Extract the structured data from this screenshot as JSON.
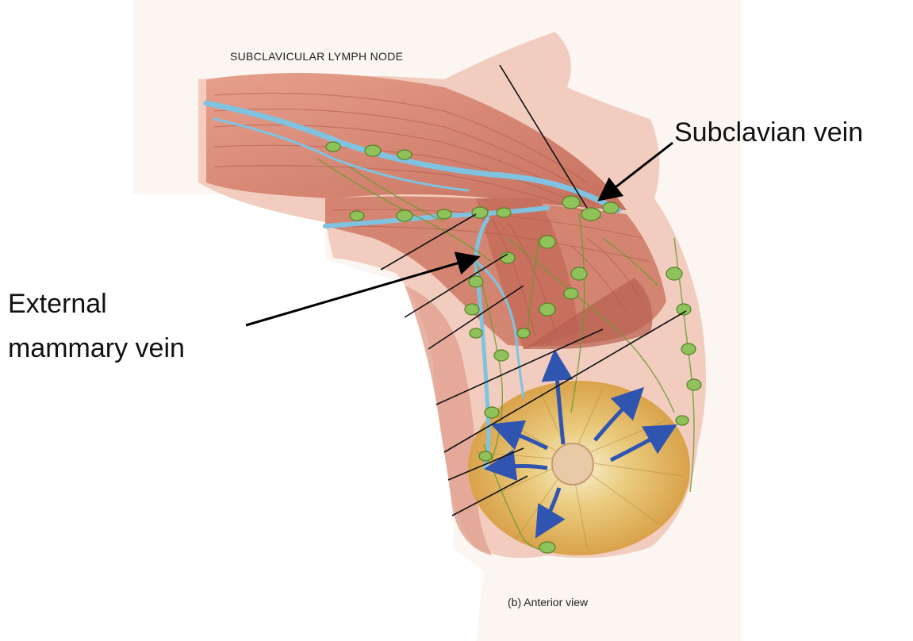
{
  "figure": {
    "labels": {
      "subclavicular_lymph_node": "SUBCLAVICULAR LYMPH NODE",
      "subclavian_vein": "Subclavian vein",
      "external_mammary_vein_line1": "External",
      "external_mammary_vein_line2": "mammary vein",
      "caption": "(b) Anterior view"
    },
    "colors": {
      "muscle": "#d98a78",
      "muscle_dark": "#b85f4f",
      "skin": "#f0c7b8",
      "vein": "#7fc3e0",
      "lymph_node": "#8fc25a",
      "lymph_vessel": "#6a9a30",
      "gland": "#e5b55c",
      "arrow_blue": "#2f55b0"
    }
  }
}
